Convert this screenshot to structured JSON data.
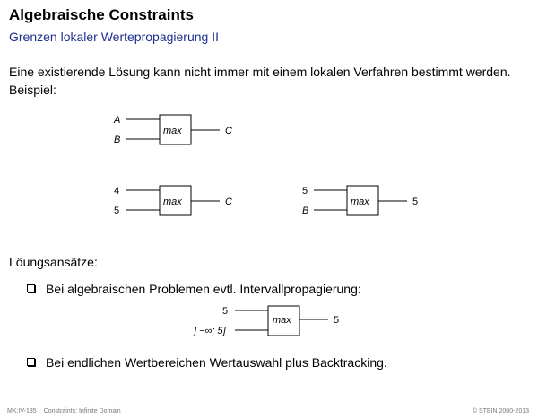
{
  "slide": {
    "title": "Algebraische Constraints",
    "subtitle": "Grenzen lokaler Wertepropagierung II",
    "intro": "Eine existierende Lösung kann nicht immer mit einem lokalen Verfahren bestimmt werden. Beispiel:",
    "solutions_heading": "Löungsansätze:",
    "bullets": [
      "Bei algebraischen Problemen evtl. Intervallpropagierung:",
      "Bei endlichen Wertbereichen Wertauswahl plus Backtracking."
    ]
  },
  "diagrams": {
    "d1": {
      "in1": "A",
      "in2": "B",
      "op": "max",
      "out": "C"
    },
    "d2": {
      "in1": "4",
      "in2": "5",
      "op": "max",
      "out": "C"
    },
    "d3": {
      "in1": "5",
      "in2": "B",
      "op": "max",
      "out": "5"
    },
    "d4": {
      "in1": "5",
      "in2": "] −∞; 5]",
      "op": "max",
      "out": "5"
    }
  },
  "footer": {
    "code": "MK:IV-135",
    "topic": "Constraints: Infinite Domain",
    "copyright": "© STEIN 2000-2013"
  }
}
